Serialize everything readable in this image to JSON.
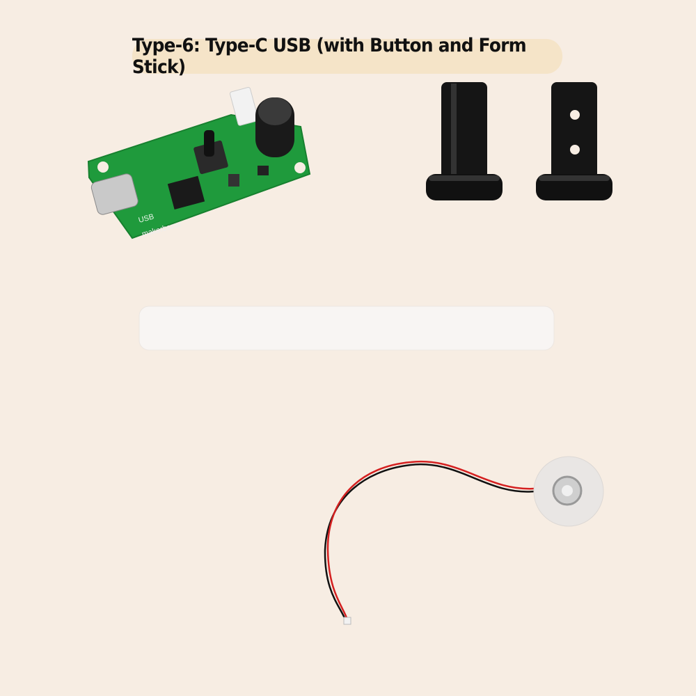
{
  "title": "Type-6: Type-C USB (with Button and Form Stick)",
  "pcb": {
    "usb_label": "USB",
    "watermark": "makerbazar"
  },
  "colors": {
    "background": "#f7ede3",
    "title_pill": "#f5e4c8",
    "pcb": "#1f9a3c"
  }
}
